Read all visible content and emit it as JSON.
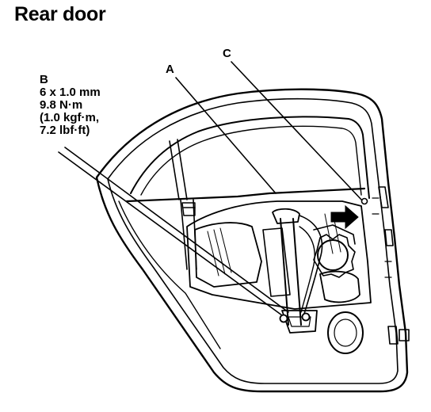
{
  "title": "Rear door",
  "callouts": {
    "a": {
      "label": "A"
    },
    "b": {
      "label": "B",
      "lines": [
        "6 x 1.0 mm",
        "9.8 N·m",
        "(1.0 kgf·m,",
        "7.2 lbf·ft)"
      ]
    },
    "c": {
      "label": "C"
    }
  },
  "colors": {
    "ink": "#000000",
    "paper": "#ffffff"
  },
  "icons": {
    "direction": "arrow-right-icon",
    "bolt": "bolt-icon"
  }
}
